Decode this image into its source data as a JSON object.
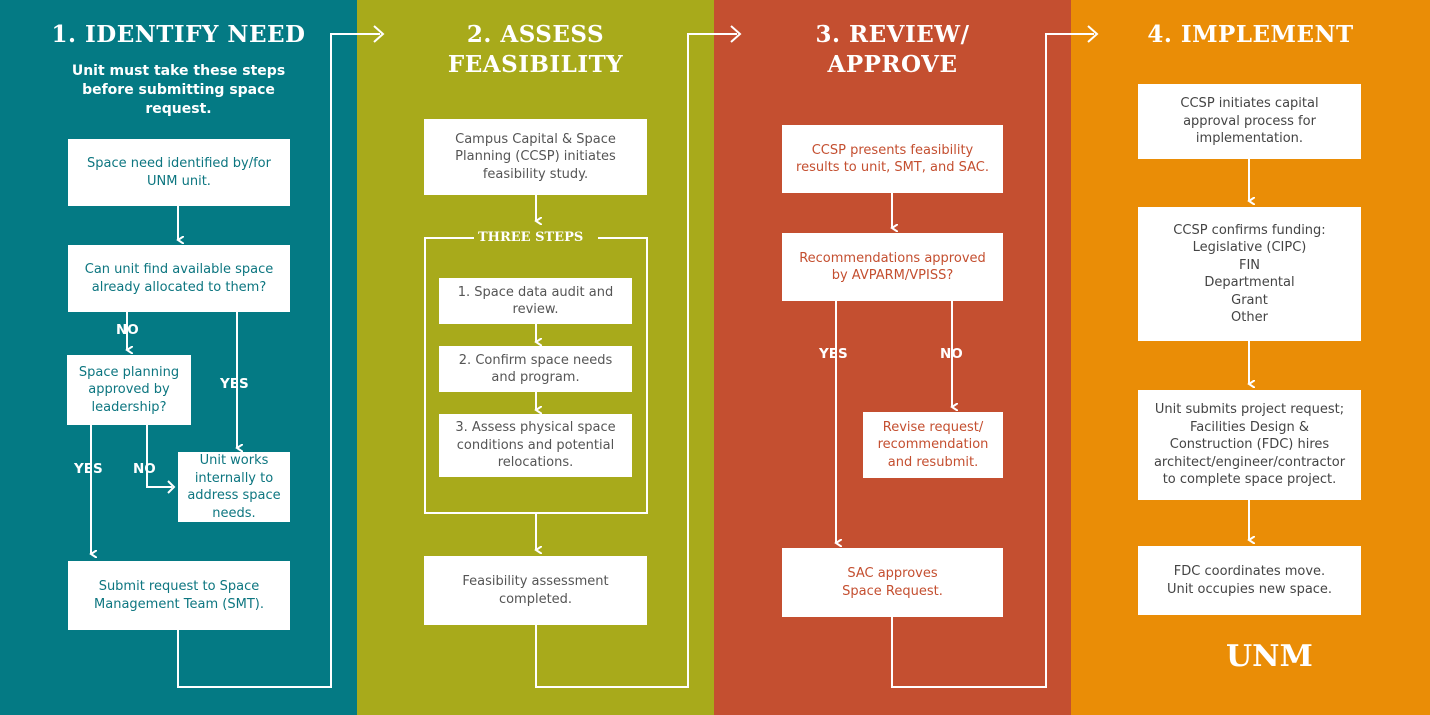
{
  "columns": {
    "identify": {
      "title": "1. IDENTIFY NEED",
      "subtitle": "Unit must take these steps\nbefore submitting space\nrequest.",
      "box_need": "Space need identified by/for\nUNM unit.",
      "box_find": "Can unit find available space\nalready allocated to them?",
      "box_planning": "Space planning\napproved by\nleadership?",
      "box_internal": "Unit works\ninternally to\naddress space\nneeds.",
      "box_submit": "Submit request to Space\nManagement Team (SMT).",
      "no_1": "NO",
      "yes_1": "YES",
      "yes_2": "YES",
      "no_2": "NO"
    },
    "assess": {
      "title": "2. ASSESS\nFEASIBILITY",
      "box_ccsp": "Campus Capital & Space\nPlanning (CCSP) initiates\nfeasibility study.",
      "three_steps": "THREE STEPS",
      "step1": "1. Space data audit and\nreview.",
      "step2": "2. Confirm space needs\nand program.",
      "step3": "3. Assess physical space\nconditions and potential\nrelocations.",
      "box_done": "Feasibility assessment\ncompleted."
    },
    "review": {
      "title": "3. REVIEW/\nAPPROVE",
      "box_present": "CCSP presents feasibility\nresults to unit, SMT, and SAC.",
      "box_recommend": "Recommendations approved\nby AVPARM/VPISS?",
      "yes": "YES",
      "no": "NO",
      "box_revise": "Revise request/\nrecommendation\nand resubmit.",
      "box_sac": "SAC approves\nSpace Request."
    },
    "implement": {
      "title": "4. IMPLEMENT",
      "box_capital": "CCSP initiates capital\napproval process for\nimplementation.",
      "box_funding": "CCSP confirms funding:\nLegislative (CIPC)\nFIN\nDepartmental\nGrant\nOther",
      "box_project": "Unit submits project request;\nFacilities Design &\nConstruction (FDC) hires\narchitect/engineer/contractor\nto complete space project.",
      "box_move": "FDC coordinates move.\nUnit occupies new space.",
      "logo": "UNM"
    }
  },
  "colors": {
    "teal": "#047a84",
    "olive": "#a8aa1b",
    "rust": "#c44f30",
    "orange": "#ea8d06",
    "line": "#ffffff"
  }
}
